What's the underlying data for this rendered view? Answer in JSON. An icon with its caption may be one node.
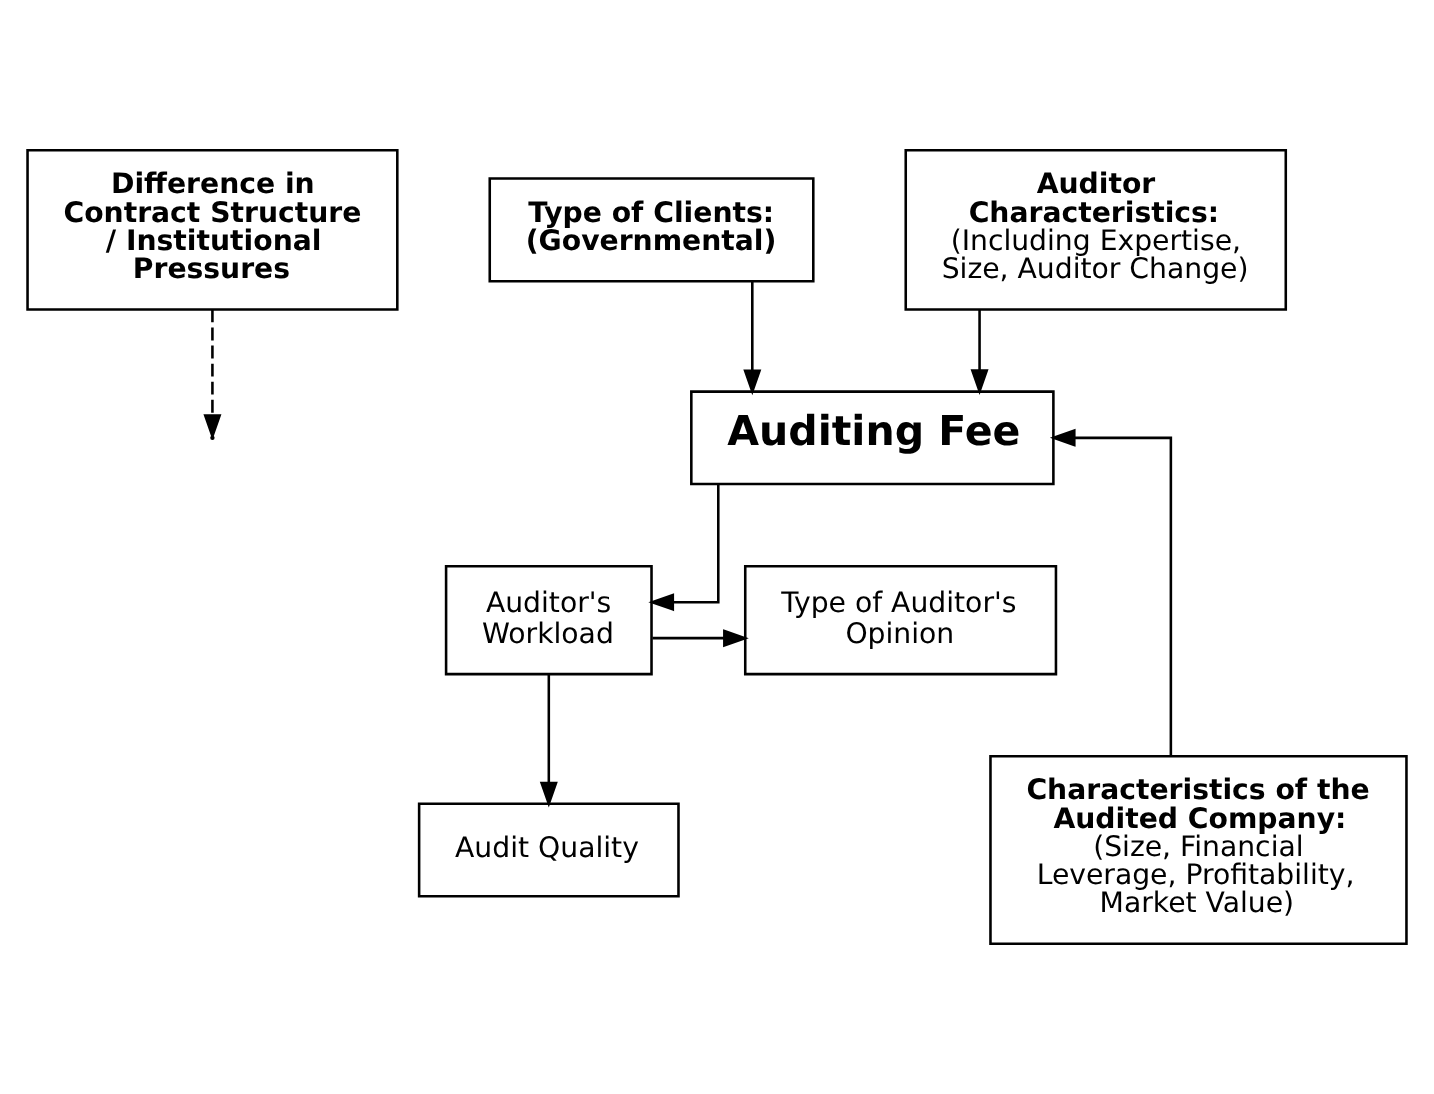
{
  "diagram": {
    "nodes": [
      {
        "text": [
          "Difference in Contract Structure / Institutional Pressures"
        ]
      },
      {
        "text": [
          "Type of Clients:",
          "(Governmental)"
        ]
      },
      {
        "text": [
          "Auditing Fee"
        ]
      },
      {
        "text": [
          "Auditor Characteristics:",
          "(Including Expertise, Size, Auditor Change)"
        ]
      },
      {
        "text": [
          "Audit Quality"
        ]
      },
      {
        "text": [
          "Characteristics of the Audited Company:",
          "(Size, Financial Leverage, Profitability, Market Value)"
        ]
      },
      {
        "text": [
          "Type of Auditor's Opinion"
        ]
      },
      {
        "text": [
          "Auditor's Workload"
        ]
      }
    ],
    "edges": [
      {
        "from": 0,
        "to": null,
        "arrow": "to",
        "style": "dashed"
      },
      {
        "from": 1,
        "to": 2,
        "arrow": "to"
      },
      {
        "from": 3,
        "to": 2,
        "arrow": "to"
      },
      {
        "from": 5,
        "to": 2,
        "arrow": "to"
      },
      {
        "from": 2,
        "to": 7,
        "arrow": "to"
      },
      {
        "from": 7,
        "to": 4,
        "arrow": "to"
      },
      {
        "from": 7,
        "to": 6,
        "arrow": "to"
      }
    ]
  }
}
